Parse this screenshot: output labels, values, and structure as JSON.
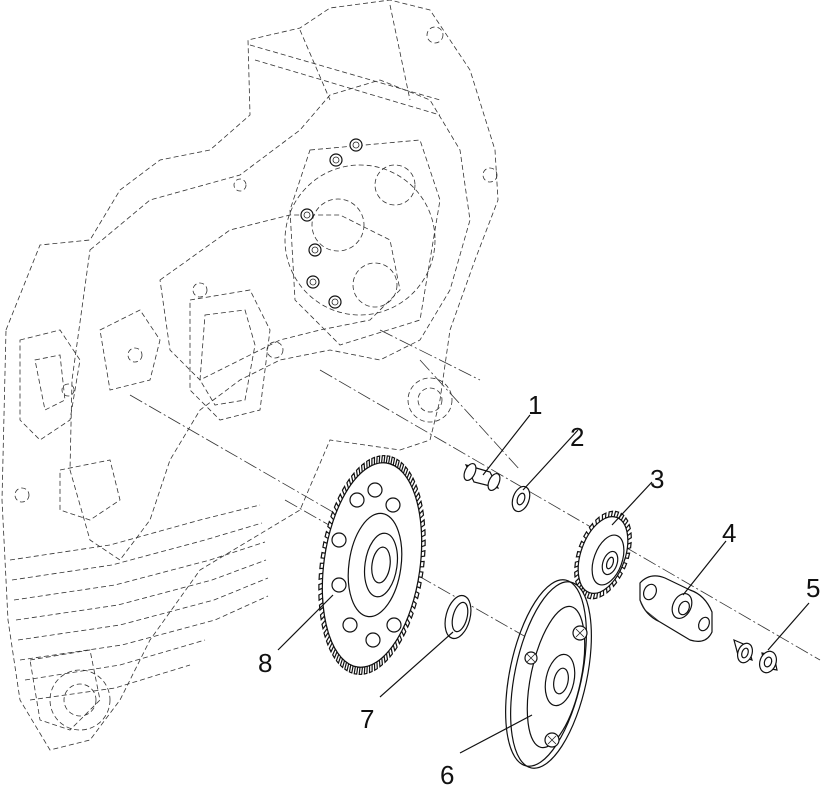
{
  "callouts": [
    {
      "id": "1",
      "label": "1"
    },
    {
      "id": "2",
      "label": "2"
    },
    {
      "id": "3",
      "label": "3"
    },
    {
      "id": "4",
      "label": "4"
    },
    {
      "id": "5",
      "label": "5"
    },
    {
      "id": "6",
      "label": "6"
    },
    {
      "id": "7",
      "label": "7"
    },
    {
      "id": "8",
      "label": "8"
    }
  ],
  "colors": {
    "line": "#111111",
    "background": "#ffffff"
  }
}
